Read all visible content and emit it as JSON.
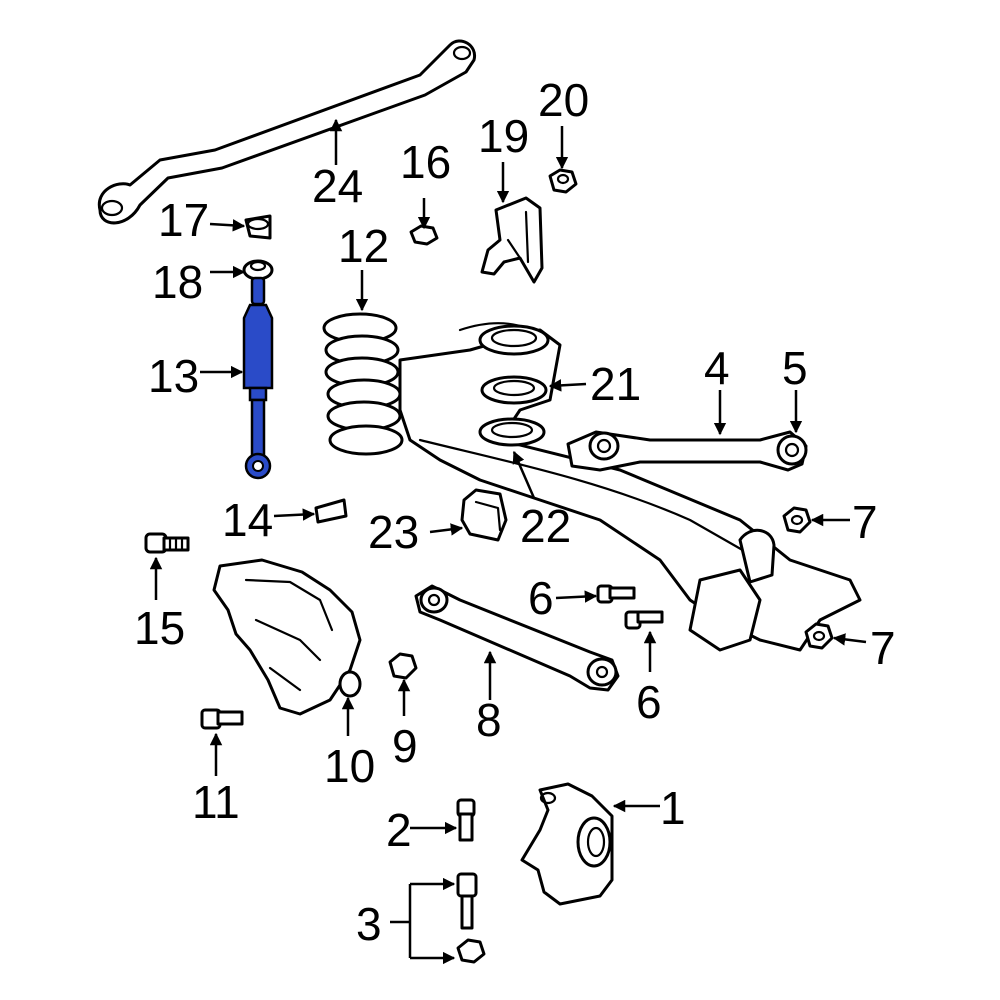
{
  "diagram": {
    "highlight_color": "#2a4bc8",
    "line_color": "#000000",
    "background": "#ffffff",
    "highlighted_part": "13",
    "callouts": [
      "1",
      "2",
      "3",
      "4",
      "5",
      "6",
      "6",
      "7",
      "7",
      "8",
      "9",
      "10",
      "11",
      "12",
      "13",
      "14",
      "15",
      "16",
      "17",
      "18",
      "19",
      "20",
      "21",
      "22",
      "23",
      "24"
    ]
  }
}
